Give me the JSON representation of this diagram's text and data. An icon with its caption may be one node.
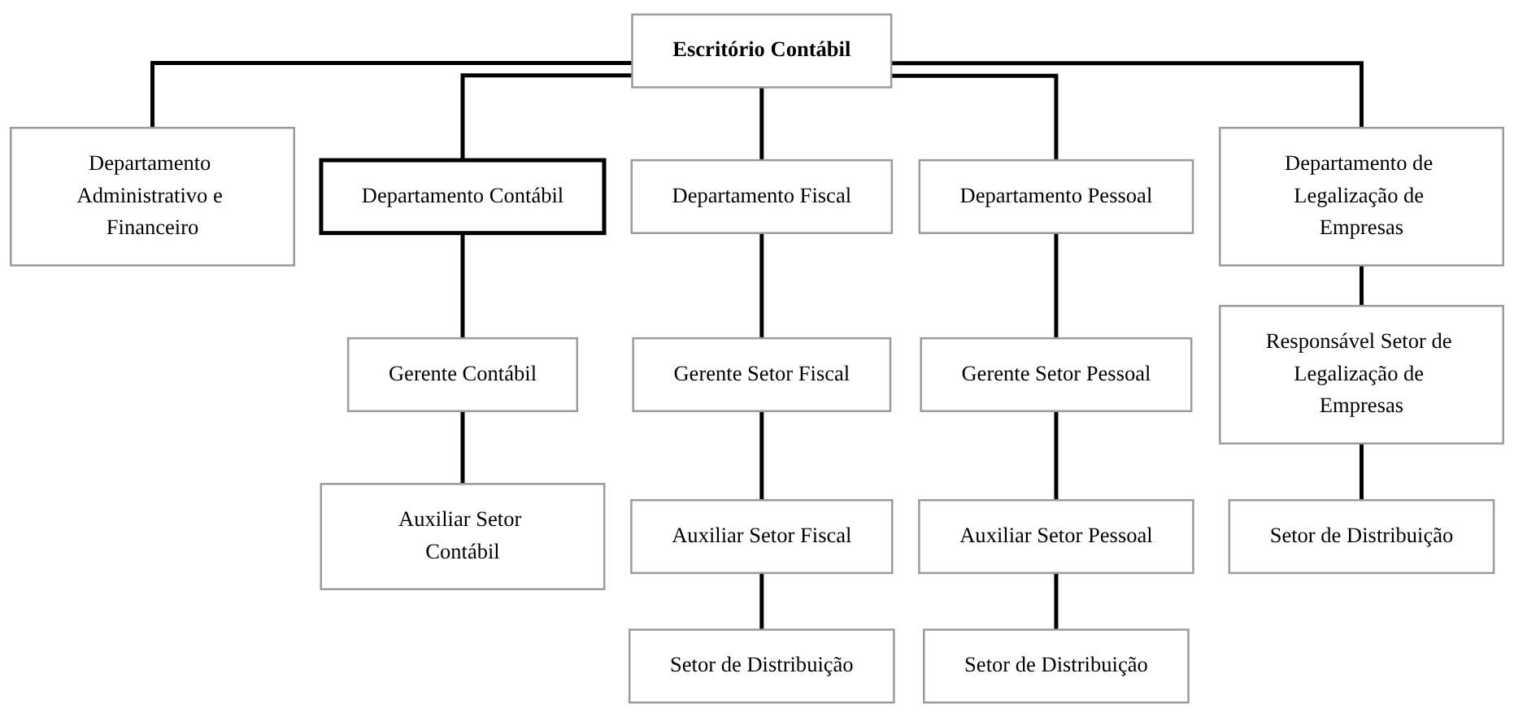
{
  "diagram": {
    "nodes": [
      {
        "text": [
          "Escritório Contábil"
        ]
      },
      {
        "text": [
          "Departamento Administrativo e Financeiro"
        ]
      },
      {
        "text": [
          "Departamento Contábil"
        ]
      },
      {
        "text": [
          "Departamento Fiscal"
        ]
      },
      {
        "text": [
          "Departamento Pessoal"
        ]
      },
      {
        "text": [
          "Departamento de Legalização de Empresas"
        ]
      },
      {
        "text": [
          "Gerente Contábil"
        ]
      },
      {
        "text": [
          "Gerente Setor Fiscal"
        ]
      },
      {
        "text": [
          "Gerente Setor Pessoal"
        ]
      },
      {
        "text": [
          "Responsável Setor de Legalização de Empresas"
        ]
      },
      {
        "text": [
          "Auxiliar Setor Contábil"
        ]
      },
      {
        "text": [
          "Auxiliar Setor Fiscal"
        ]
      },
      {
        "text": [
          "Auxiliar Setor Pessoal"
        ]
      },
      {
        "text": [
          "Setor de Distribuição"
        ]
      },
      {
        "text": [
          "Setor de Distribuição"
        ]
      },
      {
        "text": [
          "Setor de Distribuição"
        ]
      }
    ],
    "edges": [
      {
        "from": 0,
        "to": 1,
        "arrow": "none"
      },
      {
        "from": 0,
        "to": 2,
        "arrow": "none"
      },
      {
        "from": 0,
        "to": 3,
        "arrow": "none"
      },
      {
        "from": 0,
        "to": 4,
        "arrow": "none"
      },
      {
        "from": 0,
        "to": 5,
        "arrow": "none"
      },
      {
        "from": 2,
        "to": 6,
        "arrow": "none"
      },
      {
        "from": 3,
        "to": 7,
        "arrow": "none"
      },
      {
        "from": 4,
        "to": 8,
        "arrow": "none"
      },
      {
        "from": 5,
        "to": 9,
        "arrow": "none"
      },
      {
        "from": 6,
        "to": 10,
        "arrow": "none"
      },
      {
        "from": 7,
        "to": 11,
        "arrow": "none"
      },
      {
        "from": 8,
        "to": 12,
        "arrow": "none"
      },
      {
        "from": 11,
        "to": 13,
        "arrow": "none"
      },
      {
        "from": 12,
        "to": 14,
        "arrow": "none"
      },
      {
        "from": 9,
        "to": 15,
        "arrow": "none"
      }
    ]
  }
}
